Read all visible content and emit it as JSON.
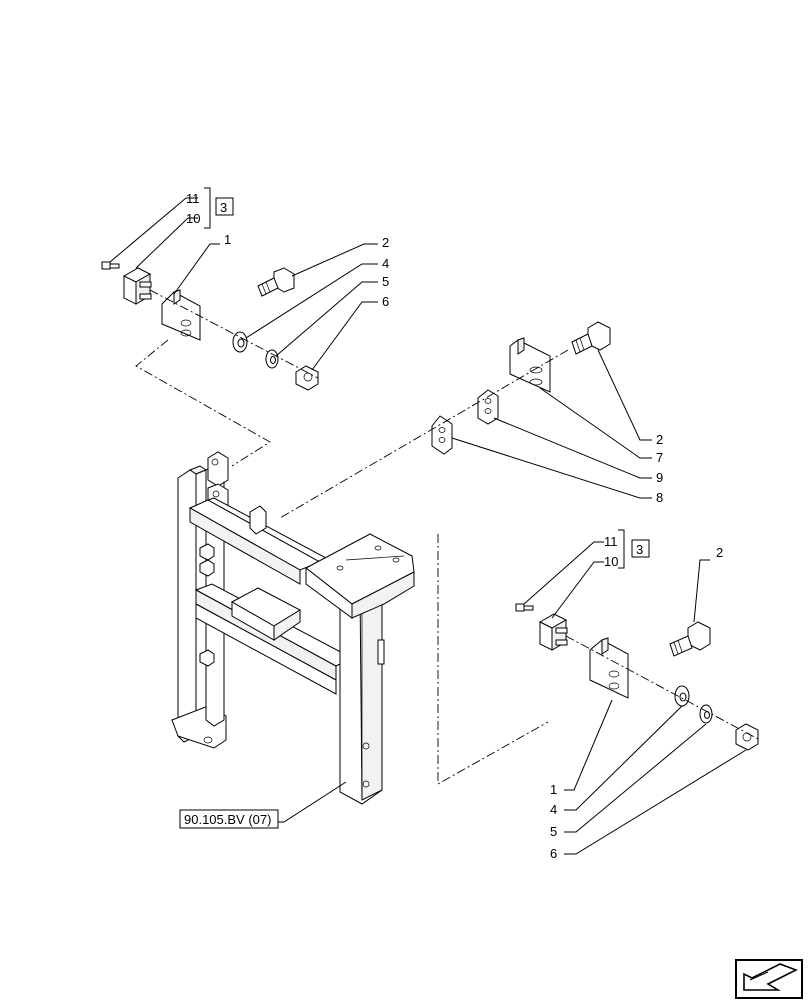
{
  "callouts": {
    "top_left": {
      "c11": "11",
      "c10": "10",
      "ref_box": "3",
      "c1": "1",
      "c2": "2",
      "c4": "4",
      "c5": "5",
      "c6": "6"
    },
    "middle_right": {
      "c2": "2",
      "c7": "7",
      "c9": "9",
      "c8": "8"
    },
    "bottom_right": {
      "c11": "11",
      "c10": "10",
      "ref_box": "3",
      "c2": "2",
      "c1": "1",
      "c4": "4",
      "c5": "5",
      "c6": "6"
    }
  },
  "reference_label": "90.105.BV (07)",
  "nav_icon": "next-page-arrow-icon"
}
